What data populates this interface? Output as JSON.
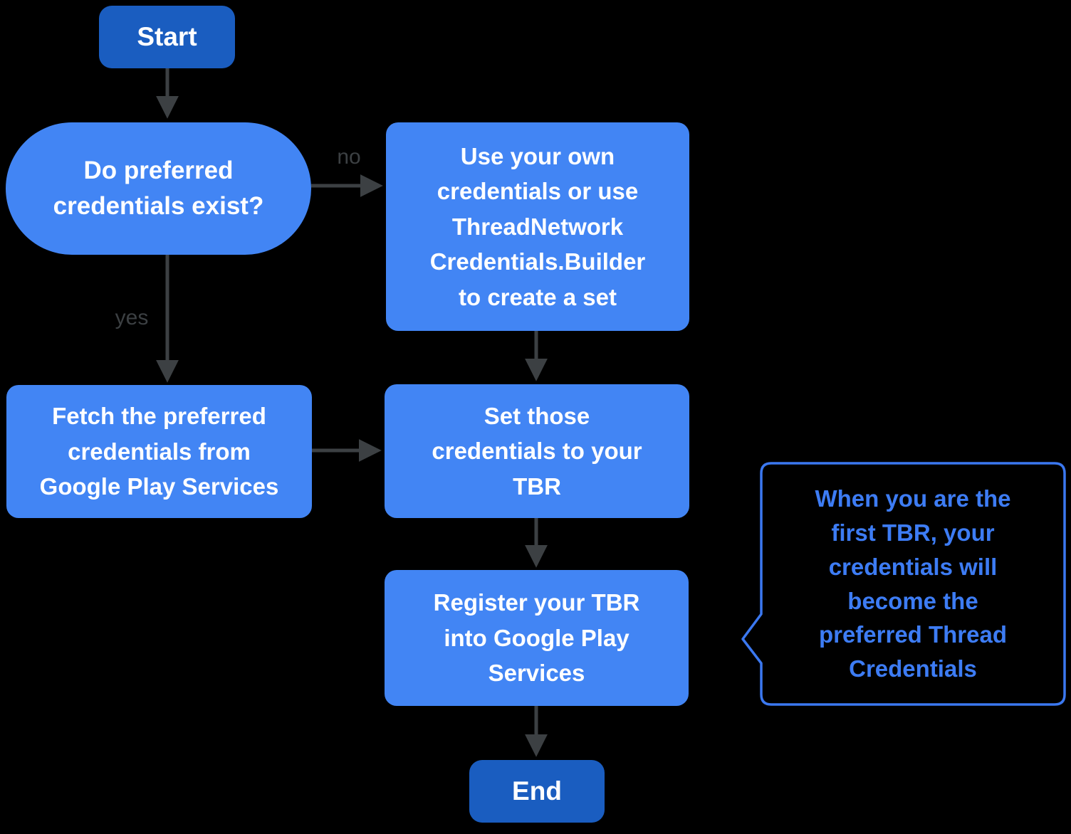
{
  "colors": {
    "background": "#000000",
    "process_fill": "#4285F4",
    "terminal_fill": "#1A5DC0",
    "node_text": "#FFFFFF",
    "arrow": "#3C4043",
    "edge_label_text": "#3C4043",
    "callout_border": "#3B78F0",
    "callout_text": "#3D7CF4"
  },
  "nodes": {
    "start": {
      "type": "terminal",
      "label": "Start"
    },
    "decision": {
      "type": "decision",
      "label": "Do preferred\ncredentials exist?"
    },
    "own_credentials": {
      "type": "process",
      "label": "Use your own\ncredentials or use\nThreadNetwork\nCredentials.Builder\nto create a set"
    },
    "fetch_preferred": {
      "type": "process",
      "label": "Fetch the preferred\ncredentials from\nGoogle Play Services"
    },
    "set_credentials": {
      "type": "process",
      "label": "Set those\ncredentials to your\nTBR"
    },
    "register_tbr": {
      "type": "process",
      "label": "Register your TBR\ninto Google Play\nServices"
    },
    "end": {
      "type": "terminal",
      "label": "End"
    }
  },
  "edge_labels": {
    "no": "no",
    "yes": "yes"
  },
  "edges": [
    {
      "from": "start",
      "to": "decision",
      "label": ""
    },
    {
      "from": "decision",
      "to": "own_credentials",
      "label": "no"
    },
    {
      "from": "decision",
      "to": "fetch_preferred",
      "label": "yes"
    },
    {
      "from": "own_credentials",
      "to": "set_credentials",
      "label": ""
    },
    {
      "from": "fetch_preferred",
      "to": "set_credentials",
      "label": ""
    },
    {
      "from": "set_credentials",
      "to": "register_tbr",
      "label": ""
    },
    {
      "from": "register_tbr",
      "to": "end",
      "label": ""
    }
  ],
  "callout": {
    "text": "When you are the\nfirst TBR, your\ncredentials will\nbecome the\npreferred Thread\nCredentials"
  }
}
